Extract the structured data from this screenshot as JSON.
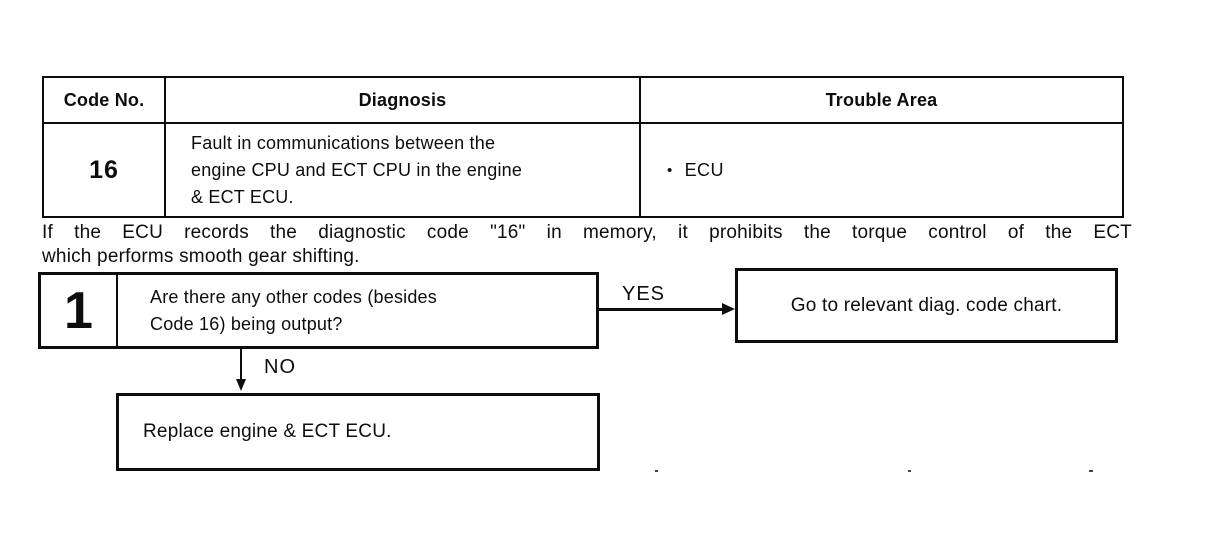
{
  "table": {
    "headers": [
      "Code No.",
      "Diagnosis",
      "Trouble Area"
    ],
    "rows": [
      {
        "code": "16",
        "diagnosis": "Fault in communications between the engine CPU and ECT CPU in the engine & ECT ECU.",
        "trouble_bullet": "•",
        "trouble_area": "ECU"
      }
    ]
  },
  "note": {
    "line1": "If the ECU records the diagnostic code \"16\" in memory, it prohibits the torque control of the ECT",
    "line2": "which performs smooth gear shifting."
  },
  "flowchart": {
    "step1": {
      "number": "1",
      "question": "Are there any other codes (besides Code 16) being output?"
    },
    "yes_label": "YES",
    "no_label": "NO",
    "yes_result": "Go to relevant diag. code chart.",
    "no_result": "Replace engine & ECT ECU."
  }
}
